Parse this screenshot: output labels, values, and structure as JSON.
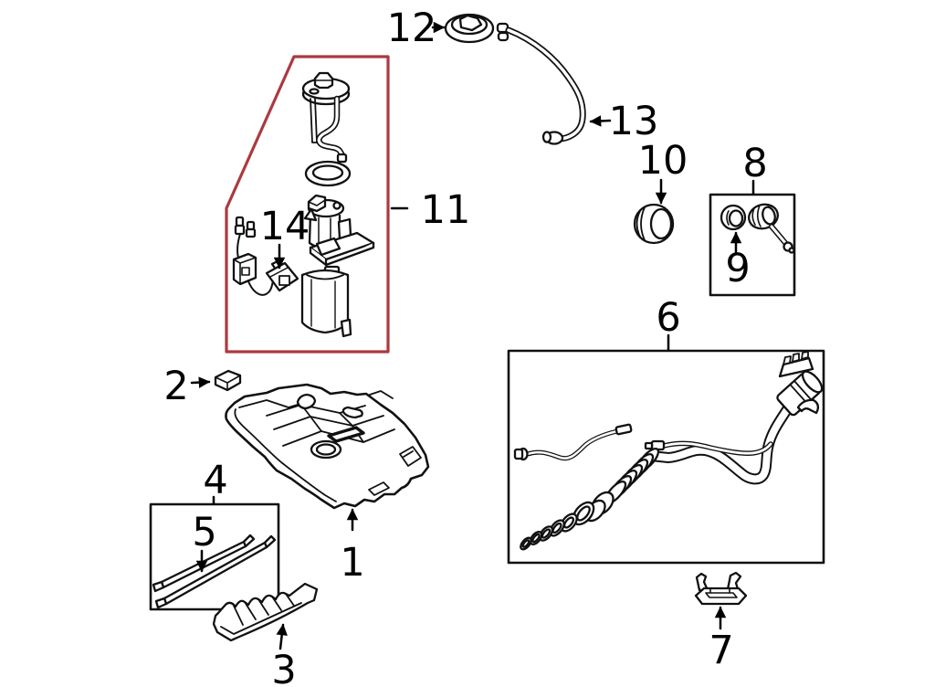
{
  "diagram": {
    "background": "#ffffff",
    "line_color": "#111111",
    "highlight_color": "#ab3a40",
    "callouts": [
      {
        "n": "1"
      },
      {
        "n": "2"
      },
      {
        "n": "3"
      },
      {
        "n": "4"
      },
      {
        "n": "5"
      },
      {
        "n": "6"
      },
      {
        "n": "7"
      },
      {
        "n": "8"
      },
      {
        "n": "9"
      },
      {
        "n": "10"
      },
      {
        "n": "11"
      },
      {
        "n": "12"
      },
      {
        "n": "13"
      },
      {
        "n": "14"
      }
    ]
  }
}
